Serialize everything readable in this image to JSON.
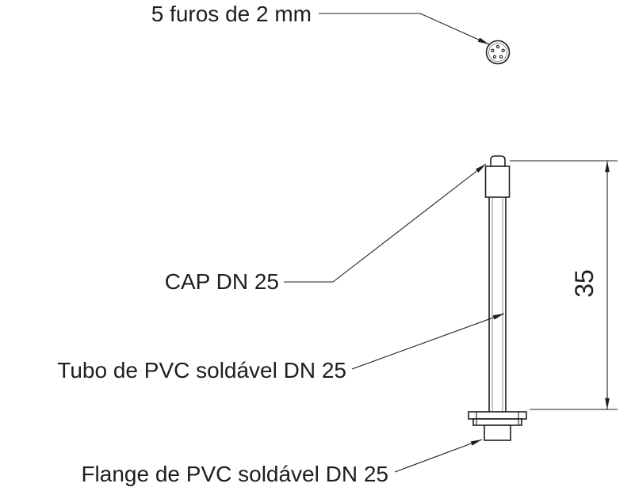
{
  "drawing": {
    "labels": {
      "holes": "5 furos de 2 mm",
      "cap": "CAP DN 25",
      "tube": "Tubo de PVC soldável DN 25",
      "flange": "Flange de PVC soldável DN 25"
    },
    "dimensions": {
      "height": "35"
    },
    "colors": {
      "line": "#1e1e1e",
      "background": "#ffffff"
    }
  }
}
